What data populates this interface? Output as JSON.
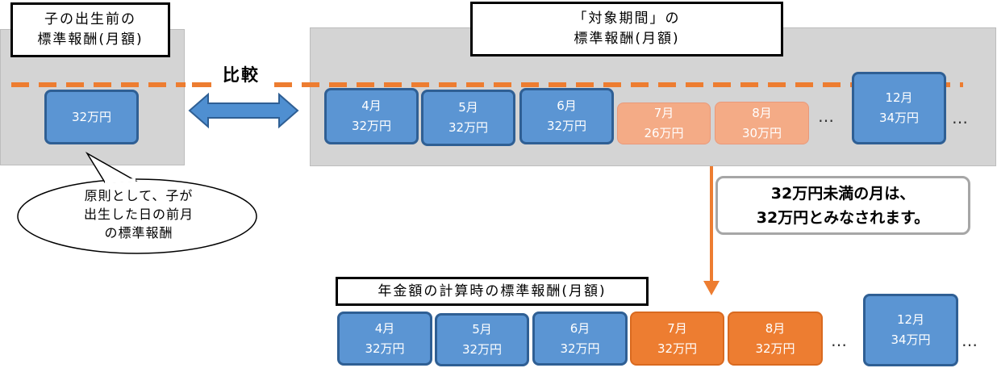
{
  "before": {
    "title_line1": "子の出生前の",
    "title_line2": "標準報酬(月額)",
    "amount": "32万円"
  },
  "compare_label": "比較",
  "period": {
    "title_line1": "「対象期間」の",
    "title_line2": "標準報酬(月額)",
    "months": [
      {
        "month": "4月",
        "amount": "32万円"
      },
      {
        "month": "5月",
        "amount": "32万円"
      },
      {
        "month": "6月",
        "amount": "32万円"
      },
      {
        "month": "7月",
        "amount": "26万円"
      },
      {
        "month": "8月",
        "amount": "30万円"
      },
      {
        "month": "12月",
        "amount": "34万円"
      }
    ],
    "ellipsis": "…"
  },
  "callout": {
    "line1": "原則として、子が",
    "line2": "出生した日の前月",
    "line3": "の標準報酬"
  },
  "note": {
    "line1": "32万円未満の月は、",
    "line2": "32万円とみなされます。"
  },
  "pension": {
    "title": "年金額の計算時の標準報酬(月額)",
    "months": [
      {
        "month": "4月",
        "amount": "32万円"
      },
      {
        "month": "5月",
        "amount": "32万円"
      },
      {
        "month": "6月",
        "amount": "32万円"
      },
      {
        "month": "7月",
        "amount": "32万円"
      },
      {
        "month": "8月",
        "amount": "32万円"
      },
      {
        "month": "12月",
        "amount": "34万円"
      }
    ],
    "ellipsis": "…"
  },
  "colors": {
    "blue": "#5b95d3",
    "light_orange": "#f4ab86",
    "orange": "#ed7d31",
    "dashed_line": "#ed7d31",
    "panel_gray": "#d4d4d4"
  }
}
